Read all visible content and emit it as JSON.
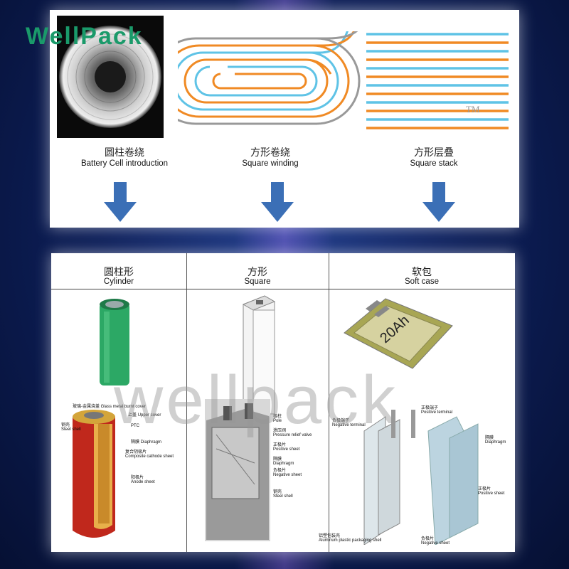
{
  "brand": {
    "logo": "WellPack",
    "tm": "TM",
    "watermark": "wellpack"
  },
  "top": {
    "items": [
      {
        "cn": "圆柱卷绕",
        "en": "Battery  Cell  introduction"
      },
      {
        "cn": "方形卷绕",
        "en": "Square winding"
      },
      {
        "cn": "方形层叠",
        "en": "Square stack"
      }
    ]
  },
  "bottom": {
    "columns": [
      {
        "cn": "圆柱形",
        "en": "Cylinder"
      },
      {
        "cn": "方形",
        "en": "Square"
      },
      {
        "cn": "软包",
        "en": "Soft case"
      }
    ],
    "cylinder_labels": [
      {
        "cn": "玻璃-金属烧盖",
        "en": "Glass metal burnt cover"
      },
      {
        "cn": "上盖",
        "en": "Upper cover"
      },
      {
        "cn": "钢壳",
        "en": "Steel shell"
      },
      {
        "cn": "",
        "en": "PTC"
      },
      {
        "cn": "隔膜",
        "en": "Diaphragm"
      },
      {
        "cn": "复合阴极片",
        "en": "Composite cathode sheet"
      },
      {
        "cn": "阳极片",
        "en": "Anode sheet"
      }
    ],
    "square_labels": [
      {
        "cn": "极柱",
        "en": "Pole"
      },
      {
        "cn": "泄压阀",
        "en": "Pressure relief valve"
      },
      {
        "cn": "正极片",
        "en": "Positive sheet"
      },
      {
        "cn": "隔膜",
        "en": "Diaphragm"
      },
      {
        "cn": "负极片",
        "en": "Negative sheet"
      },
      {
        "cn": "钢壳",
        "en": "Steel shell"
      }
    ],
    "soft_labels": [
      {
        "cn": "负极端子",
        "en": "Negative terminal"
      },
      {
        "cn": "正极端子",
        "en": "Positive terminal"
      },
      {
        "cn": "隔膜",
        "en": "Diaphragm"
      },
      {
        "cn": "正极片",
        "en": "Positive sheet"
      },
      {
        "cn": "铝塑包装壳",
        "en": "Aluminum plastic packaging shell"
      },
      {
        "cn": "负极片",
        "en": "Negative sheet"
      }
    ],
    "soft_pack_text": "20Ah"
  },
  "colors": {
    "orange": "#f08a24",
    "blue": "#5fc3e6",
    "arrow": "#3b6fb6",
    "green": "#2ca865"
  }
}
